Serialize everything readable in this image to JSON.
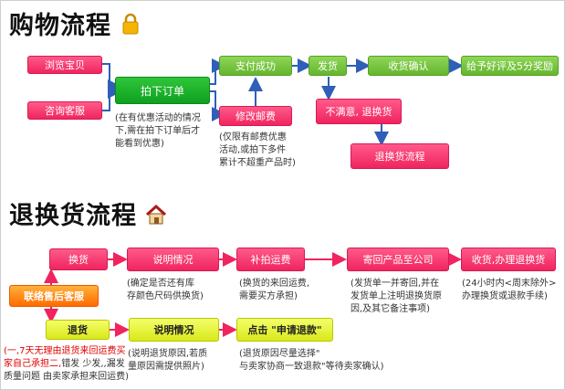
{
  "shopping": {
    "title": "购物流程",
    "boxes": {
      "browse": "浏览宝贝",
      "consult": "咨询客服",
      "order": "拍下订单",
      "pay": "支付成功",
      "modify_postage": "修改邮费",
      "ship": "发货",
      "confirm": "收货确认",
      "review": "给予好评及5分奖励",
      "unhappy": "不满意, 退换货",
      "return_flow": "退换货流程"
    },
    "notes": {
      "order_note": [
        "(在有优惠活动的情况",
        "下,需在拍下订单后才",
        "能看到优惠)"
      ],
      "postage_note": [
        "(仅限有邮费优惠",
        "活动,或拍下多件",
        "累计不超重产品时)"
      ]
    }
  },
  "returns": {
    "title": "退换货流程",
    "boxes": {
      "exchange": "换货",
      "explain1": "说明情况",
      "shipping_fee": "补拍运费",
      "send_back": "寄回产品至公司",
      "receive": "收货,办理退换货",
      "contact": "联络售后客服",
      "refund": "退货",
      "explain2": "说明情况",
      "click_refund": "点击  \"申请退款\""
    },
    "notes": {
      "stock_note": [
        "(确定是否还有库",
        "存颜色尺码供换货)"
      ],
      "fee_note": [
        "(换货的来回运费,",
        "需要买方承担)"
      ],
      "send_note": [
        "(发货单一并寄回,并在",
        "发货单上注明退换货原",
        "因,及其它备注事项)"
      ],
      "receive_note": [
        "(24小时内<周末除外>",
        "办理换货或退款手续)"
      ],
      "reason_note": [
        "(说明退货原因,若质",
        "量原因需提供照片)"
      ],
      "click_note": [
        "(退货原因尽量选择\"",
        "与卖家协商一致退款\"等待卖家确认)"
      ],
      "refund_note_1a": "(一,7天无理由退货来回运费买",
      "refund_note_2a": "家自己承担",
      "refund_note_2b": "二,",
      "refund_note_2c": "错发 少发,,漏发",
      "refund_note_3a": "质量问题 由卖家承担来回运费)"
    }
  },
  "colors": {
    "pink": "#f0245f",
    "green": "#64b52e",
    "yellow": "#d9e81a",
    "orange": "#ff6b00",
    "arrow_blue": "#2f5fb8",
    "arrow_pink": "#f0245f"
  },
  "icons": {
    "shopping_title": "lock-icon",
    "returns_title": "house-icon"
  }
}
